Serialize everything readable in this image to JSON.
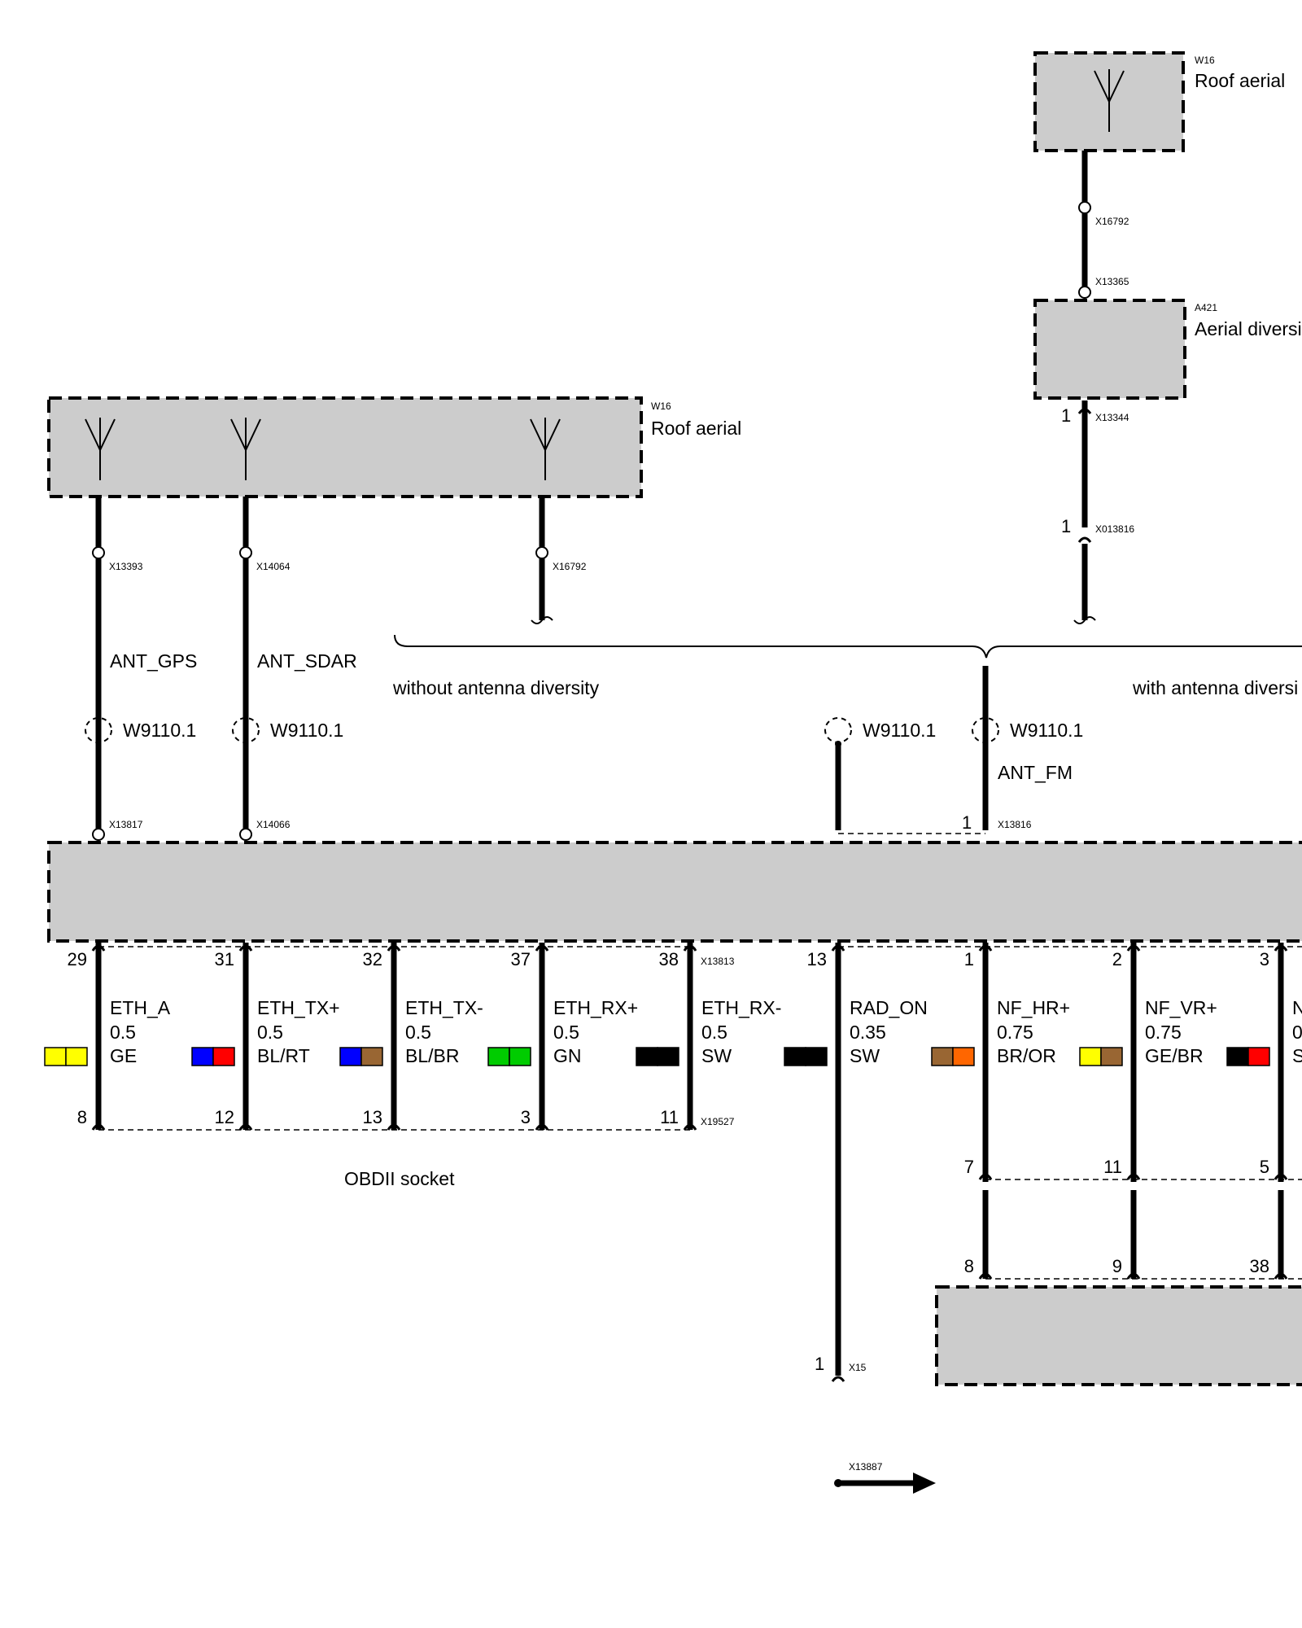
{
  "components": {
    "roof_aerial_top": {
      "code": "W16",
      "name": "Roof aerial"
    },
    "roof_aerial_left": {
      "code": "W16",
      "name": "Roof aerial"
    },
    "aerial_diversity": {
      "code": "A421",
      "name": "Aerial diversi"
    }
  },
  "connectors": {
    "c_x16792_top": "X16792",
    "c_x13365": "X13365",
    "c_x13344": "X13344",
    "c_x013816": "X013816",
    "c_x13393": "X13393",
    "c_x14064": "X14064",
    "c_x16792_left": "X16792",
    "c_x13817": "X13817",
    "c_x14066": "X14066",
    "c_x13816": "X13816",
    "c_x13813": "X13813",
    "c_x19527": "X19527",
    "c_x15": "X15",
    "c_x13887": "X13887"
  },
  "pins": {
    "p_x13344": "1",
    "p_x013816": "1",
    "p_x13816": "1",
    "p_x15": "1"
  },
  "signals": {
    "ant_gps": "ANT_GPS",
    "ant_sdar": "ANT_SDAR",
    "ant_fm": "ANT_FM"
  },
  "shields": [
    "W9110.1",
    "W9110.1",
    "W9110.1",
    "W9110.1"
  ],
  "variants": {
    "without": "without antenna diversity",
    "with": "with antenna diversi"
  },
  "obd_label": "OBDII socket",
  "wires": [
    {
      "top_pin": "29",
      "signal": "ETH_A",
      "size": "0.5",
      "color_code": "GE",
      "colors": [
        "#ffff00",
        "#ffff00"
      ],
      "bottom_pin": "8"
    },
    {
      "top_pin": "31",
      "signal": "ETH_TX+",
      "size": "0.5",
      "color_code": "BL/RT",
      "colors": [
        "#0000ff",
        "#ff0000"
      ],
      "bottom_pin": "12"
    },
    {
      "top_pin": "32",
      "signal": "ETH_TX-",
      "size": "0.5",
      "color_code": "BL/BR",
      "colors": [
        "#0000ff",
        "#996633"
      ],
      "bottom_pin": "13"
    },
    {
      "top_pin": "37",
      "signal": "ETH_RX+",
      "size": "0.5",
      "color_code": "GN",
      "colors": [
        "#00cc00",
        "#00cc00"
      ],
      "bottom_pin": "3"
    },
    {
      "top_pin": "38",
      "signal": "ETH_RX-",
      "size": "0.5",
      "color_code": "SW",
      "colors": [
        "#000000",
        "#000000"
      ],
      "bottom_pin": "11"
    },
    {
      "top_pin": "13",
      "signal": "RAD_ON",
      "size": "0.35",
      "color_code": "SW",
      "colors": [
        "#000000",
        "#000000"
      ],
      "bottom_pin": ""
    },
    {
      "top_pin": "1",
      "signal": "NF_HR+",
      "size": "0.75",
      "color_code": "BR/OR",
      "colors": [
        "#996633",
        "#ff6600"
      ],
      "bottom_pin": "7",
      "lower_pin": "8"
    },
    {
      "top_pin": "2",
      "signal": "NF_VR+",
      "size": "0.75",
      "color_code": "GE/BR",
      "colors": [
        "#ffff00",
        "#996633"
      ],
      "bottom_pin": "11",
      "lower_pin": "9"
    },
    {
      "top_pin": "3",
      "signal": "N",
      "size": "0",
      "color_code": "S",
      "colors": [
        "#000000",
        "#ff0000"
      ],
      "bottom_pin": "5",
      "lower_pin": "38"
    }
  ]
}
